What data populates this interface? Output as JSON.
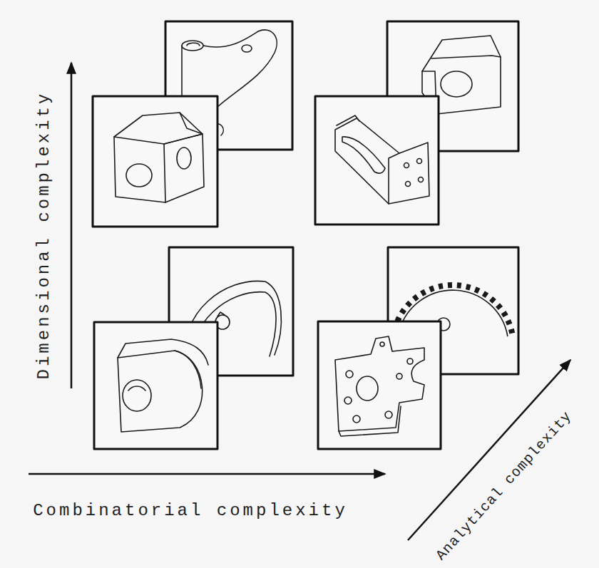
{
  "diagram": {
    "labels": [
      "Dimensional complexity",
      "Combinatorial complexity",
      "Analytical complexity"
    ]
  }
}
